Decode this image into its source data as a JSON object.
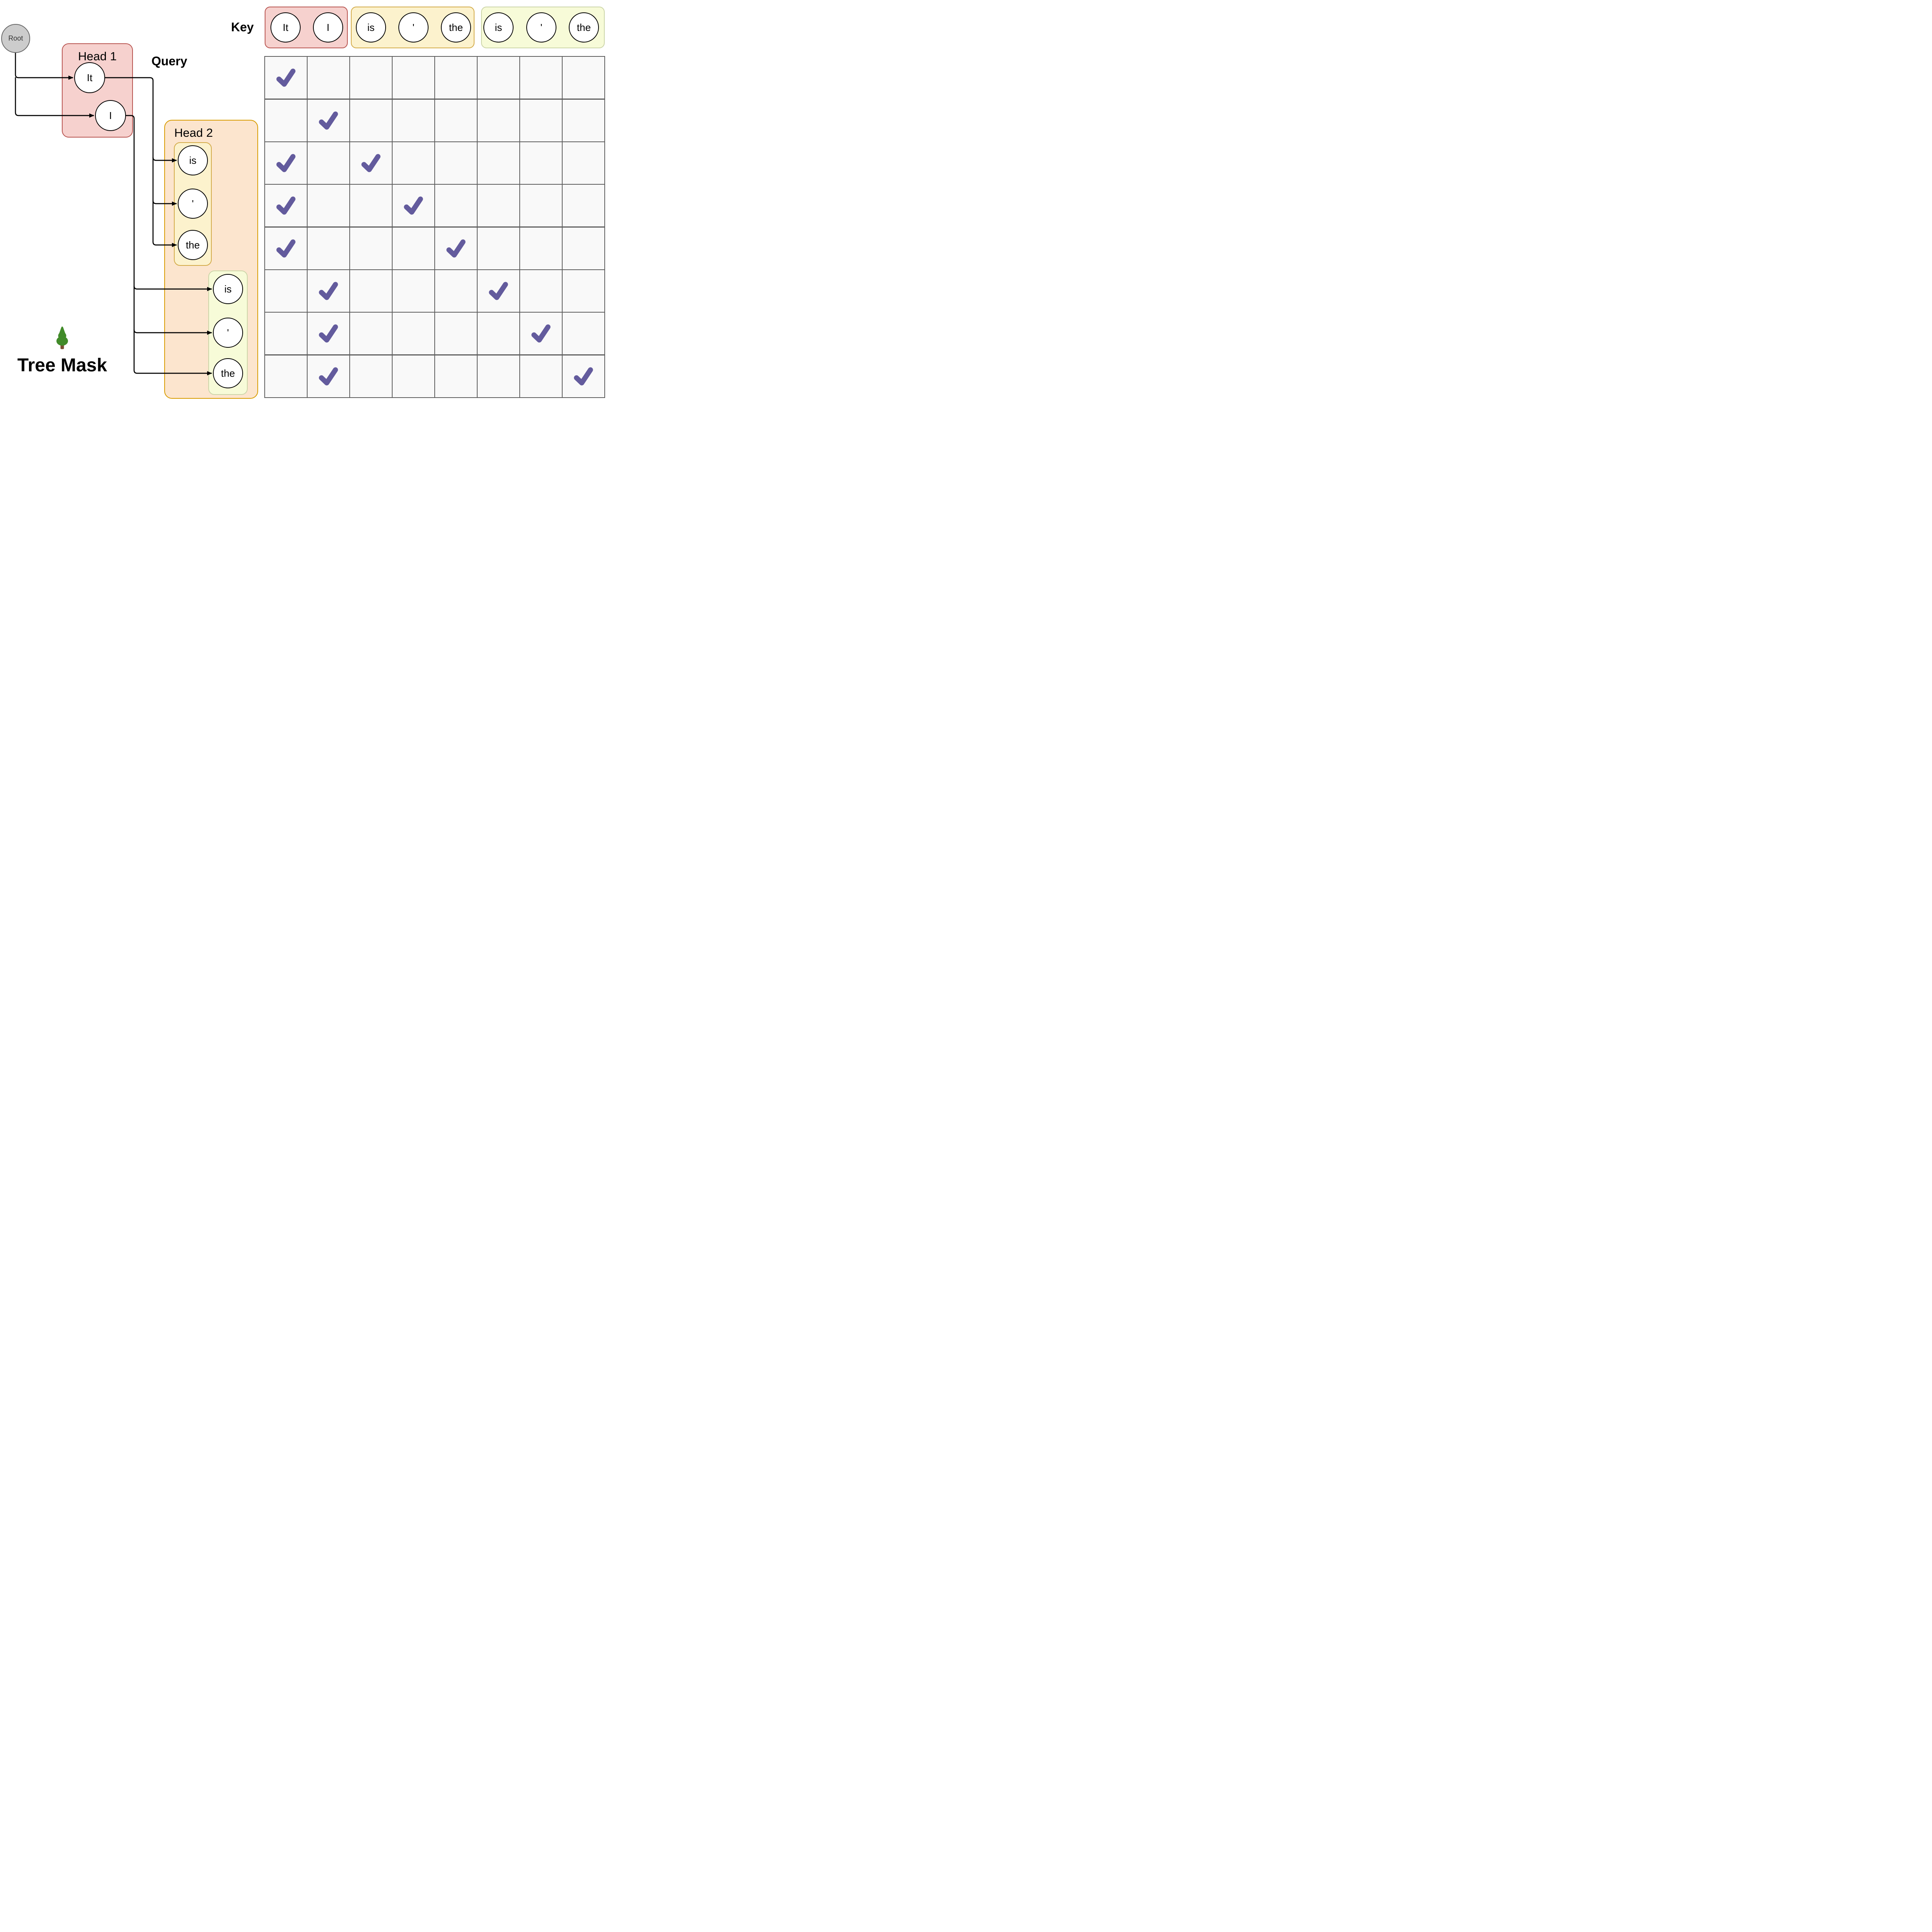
{
  "labels": {
    "key": "Key",
    "query": "Query",
    "tree_mask": "Tree Mask"
  },
  "tree": {
    "root": "Root",
    "head1": {
      "label": "Head 1",
      "nodes": [
        "It",
        "I"
      ]
    },
    "head2": {
      "label": "Head 2",
      "yellow_group": {
        "nodes": [
          "is",
          "'",
          "the"
        ]
      },
      "green_group": {
        "nodes": [
          "is",
          "'",
          "the"
        ]
      }
    }
  },
  "key_row": {
    "label": "Key",
    "groups": [
      {
        "name": "pink-group",
        "tokens": [
          "It",
          "I"
        ]
      },
      {
        "name": "yellow-group",
        "tokens": [
          "is",
          "'",
          "the"
        ]
      },
      {
        "name": "green-group",
        "tokens": [
          "is",
          "'",
          "the"
        ]
      }
    ]
  },
  "grid": {
    "rows": 8,
    "cols": 8,
    "mask": [
      [
        1,
        0,
        0,
        0,
        0,
        0,
        0,
        0
      ],
      [
        0,
        1,
        0,
        0,
        0,
        0,
        0,
        0
      ],
      [
        1,
        0,
        1,
        0,
        0,
        0,
        0,
        0
      ],
      [
        1,
        0,
        0,
        1,
        0,
        0,
        0,
        0
      ],
      [
        1,
        0,
        0,
        0,
        1,
        0,
        0,
        0
      ],
      [
        0,
        1,
        0,
        0,
        0,
        1,
        0,
        0
      ],
      [
        0,
        1,
        0,
        0,
        0,
        0,
        1,
        0
      ],
      [
        0,
        1,
        0,
        0,
        0,
        0,
        0,
        1
      ]
    ]
  },
  "icons": {
    "tree": "evergreen-tree-icon",
    "check": "check-icon"
  },
  "colors": {
    "pink_fill": "#f6d1ce",
    "pink_border": "#b85450",
    "yellow_fill": "#fcf2cd",
    "yellow_border": "#d3ab4a",
    "orange_fill": "#fce5ce",
    "orange_border": "#d89c00",
    "green_fill": "#f7fbd8",
    "green_border": "#ccd5a8",
    "root_fill": "#cccccc",
    "root_border": "#696969",
    "grid_line": "#5e5e5e",
    "cell_fill": "#f9f9f9",
    "check": "#635b9d",
    "tree_green": "#418b29",
    "tree_trunk": "#7b4f32"
  }
}
